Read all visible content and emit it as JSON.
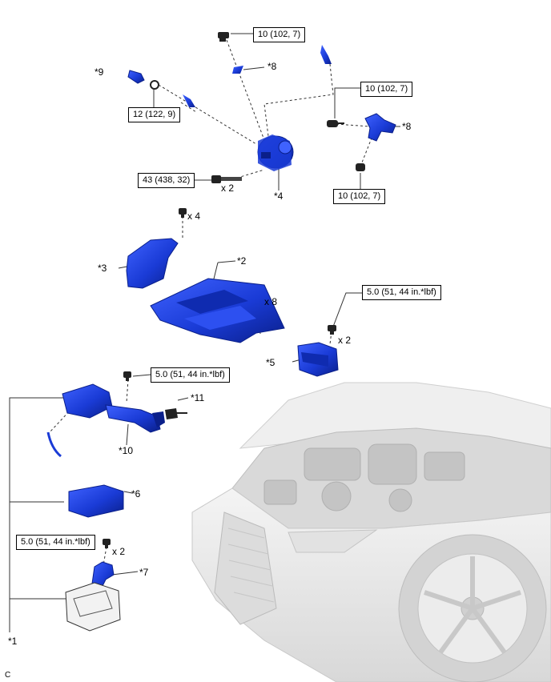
{
  "torque_boxes": [
    {
      "id": "t1",
      "text": "10 (102, 7)"
    },
    {
      "id": "t2",
      "text": "12 (122, 9)"
    },
    {
      "id": "t3",
      "text": "10 (102, 7)"
    },
    {
      "id": "t4",
      "text": "43 (438, 32)"
    },
    {
      "id": "t5",
      "text": "10 (102, 7)"
    },
    {
      "id": "t6",
      "text": "5.0 (51, 44 in.*lbf)"
    },
    {
      "id": "t7",
      "text": "5.0 (51, 44 in.*lbf)"
    },
    {
      "id": "t8",
      "text": "5.0 (51, 44 in.*lbf)"
    }
  ],
  "part_labels": [
    {
      "id": "p9",
      "text": "*9"
    },
    {
      "id": "p8a",
      "text": "*8"
    },
    {
      "id": "p8b",
      "text": "*8"
    },
    {
      "id": "p4",
      "text": "*4"
    },
    {
      "id": "p3",
      "text": "*3"
    },
    {
      "id": "p2",
      "text": "*2"
    },
    {
      "id": "p5",
      "text": "*5"
    },
    {
      "id": "p11",
      "text": "*11"
    },
    {
      "id": "p10",
      "text": "*10"
    },
    {
      "id": "p6",
      "text": "*6"
    },
    {
      "id": "p7",
      "text": "*7"
    },
    {
      "id": "p1",
      "text": "*1"
    }
  ],
  "counts": [
    {
      "id": "c1",
      "text": "x 2"
    },
    {
      "id": "c2",
      "text": "x 4"
    },
    {
      "id": "c3",
      "text": "x 8"
    },
    {
      "id": "c4",
      "text": "x 2"
    },
    {
      "id": "c5",
      "text": "x 2"
    }
  ],
  "corner_mark": "C",
  "colors": {
    "part_blue": "#1a3bd6",
    "part_dark": "#0a1f8a",
    "vehicle_gray": "#e6e6e6"
  }
}
